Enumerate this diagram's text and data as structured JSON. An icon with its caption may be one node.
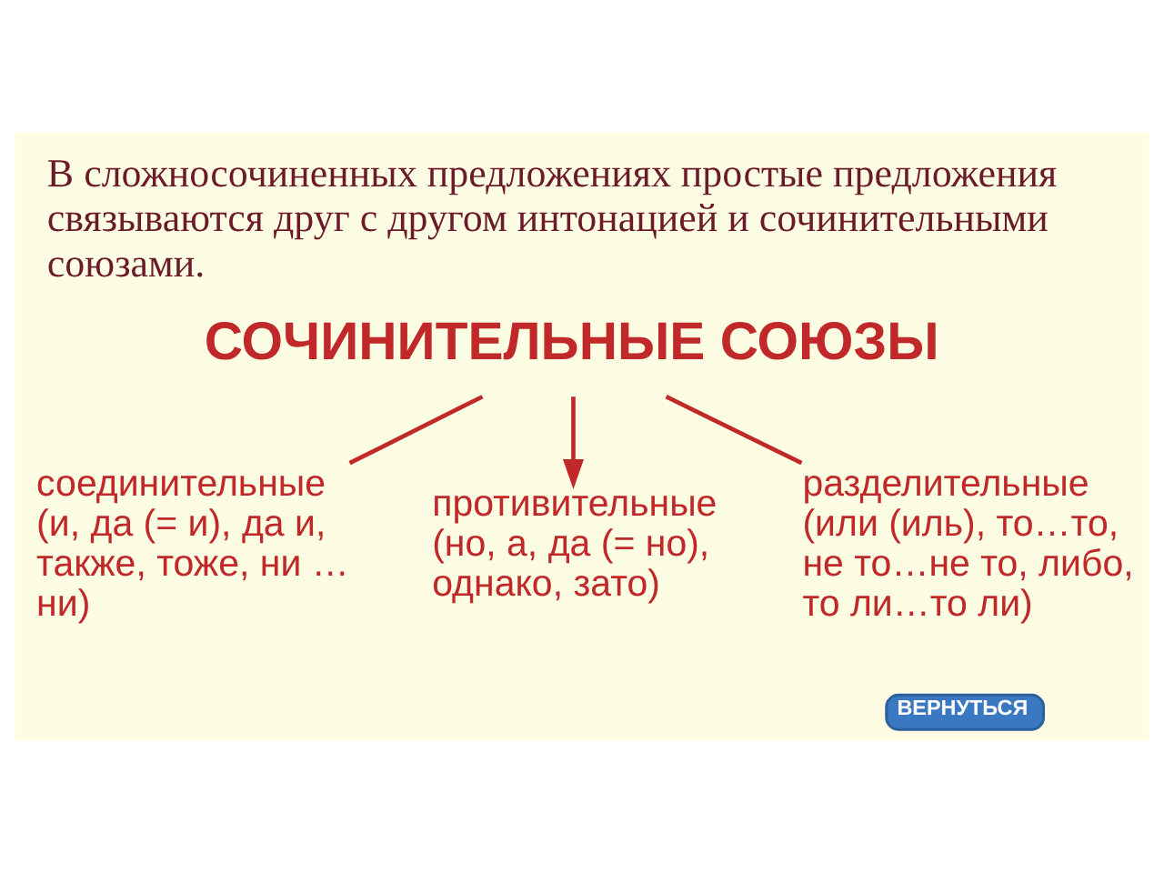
{
  "diagram": {
    "title": "В сложносочиненных предложениях простые предложения связываются друг с другом интонацией и сочинительными союзами.",
    "nodes": [
      {
        "text": [
          "СОЧИНИТЕЛЬНЫЕ СОЮЗЫ"
        ]
      },
      {
        "text": [
          "соединительные",
          "(и, да (= и), да и, также, тоже, ни … ни)"
        ]
      },
      {
        "text": [
          "противительные",
          "(но, а, да (= но), однако, зато)"
        ]
      },
      {
        "text": [
          "разделительные",
          "(или (иль), то…то, не то…не то, либо, то ли…то ли)"
        ]
      }
    ],
    "edges": [
      {
        "from": 0,
        "to": 1,
        "arrow": "none"
      },
      {
        "from": 0,
        "to": 2,
        "arrow": "to"
      },
      {
        "from": 0,
        "to": 3,
        "arrow": "none"
      }
    ],
    "labels": [
      "ВЕРНУТЬСЯ"
    ]
  }
}
